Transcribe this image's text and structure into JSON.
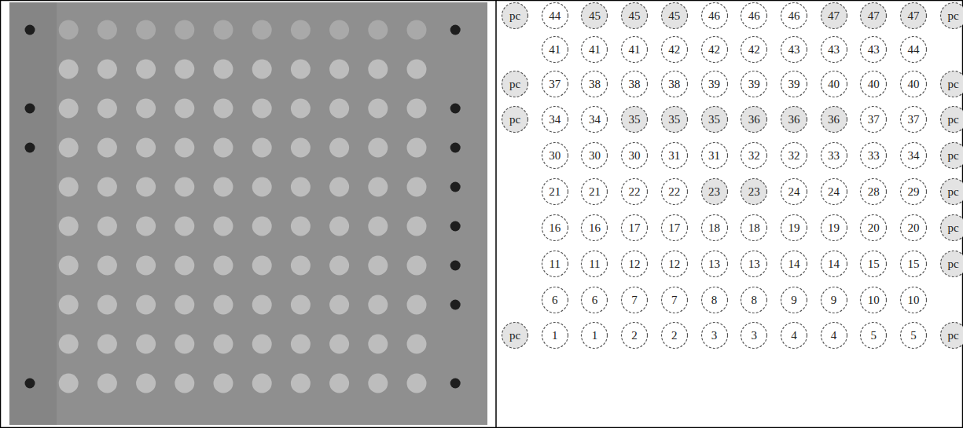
{
  "diagram": {
    "nodes": [
      {
        "text": [
          "pc"
        ]
      },
      {
        "text": [
          "44"
        ]
      },
      {
        "text": [
          "45"
        ]
      },
      {
        "text": [
          "45"
        ]
      },
      {
        "text": [
          "45"
        ]
      },
      {
        "text": [
          "46"
        ]
      },
      {
        "text": [
          "46"
        ]
      },
      {
        "text": [
          "46"
        ]
      },
      {
        "text": [
          "47"
        ]
      },
      {
        "text": [
          "47"
        ]
      },
      {
        "text": [
          "47"
        ]
      },
      {
        "text": [
          "pc"
        ]
      },
      {
        "text": [
          "41"
        ]
      },
      {
        "text": [
          "41"
        ]
      },
      {
        "text": [
          "41"
        ]
      },
      {
        "text": [
          "42"
        ]
      },
      {
        "text": [
          "42"
        ]
      },
      {
        "text": [
          "42"
        ]
      },
      {
        "text": [
          "43"
        ]
      },
      {
        "text": [
          "43"
        ]
      },
      {
        "text": [
          "43"
        ]
      },
      {
        "text": [
          "44"
        ]
      },
      {
        "text": [
          "pc"
        ]
      },
      {
        "text": [
          "37"
        ]
      },
      {
        "text": [
          "38"
        ]
      },
      {
        "text": [
          "38"
        ]
      },
      {
        "text": [
          "38"
        ]
      },
      {
        "text": [
          "39"
        ]
      },
      {
        "text": [
          "39"
        ]
      },
      {
        "text": [
          "39"
        ]
      },
      {
        "text": [
          "40"
        ]
      },
      {
        "text": [
          "40"
        ]
      },
      {
        "text": [
          "40"
        ]
      },
      {
        "text": [
          "pc"
        ]
      },
      {
        "text": [
          "pc"
        ]
      },
      {
        "text": [
          "34"
        ]
      },
      {
        "text": [
          "34"
        ]
      },
      {
        "text": [
          "35"
        ]
      },
      {
        "text": [
          "35"
        ]
      },
      {
        "text": [
          "35"
        ]
      },
      {
        "text": [
          "36"
        ]
      },
      {
        "text": [
          "36"
        ]
      },
      {
        "text": [
          "36"
        ]
      },
      {
        "text": [
          "37"
        ]
      },
      {
        "text": [
          "37"
        ]
      },
      {
        "text": [
          "pc"
        ]
      },
      {
        "text": [
          "30"
        ]
      },
      {
        "text": [
          "30"
        ]
      },
      {
        "text": [
          "30"
        ]
      },
      {
        "text": [
          "31"
        ]
      },
      {
        "text": [
          "31"
        ]
      },
      {
        "text": [
          "32"
        ]
      },
      {
        "text": [
          "32"
        ]
      },
      {
        "text": [
          "33"
        ]
      },
      {
        "text": [
          "33"
        ]
      },
      {
        "text": [
          "34"
        ]
      },
      {
        "text": [
          "pc"
        ]
      },
      {
        "text": [
          "21"
        ]
      },
      {
        "text": [
          "21"
        ]
      },
      {
        "text": [
          "22"
        ]
      },
      {
        "text": [
          "22"
        ]
      },
      {
        "text": [
          "23"
        ]
      },
      {
        "text": [
          "23"
        ]
      },
      {
        "text": [
          "24"
        ]
      },
      {
        "text": [
          "24"
        ]
      },
      {
        "text": [
          "28"
        ]
      },
      {
        "text": [
          "29"
        ]
      },
      {
        "text": [
          "pc"
        ]
      },
      {
        "text": [
          "16"
        ]
      },
      {
        "text": [
          "16"
        ]
      },
      {
        "text": [
          "17"
        ]
      },
      {
        "text": [
          "17"
        ]
      },
      {
        "text": [
          "18"
        ]
      },
      {
        "text": [
          "18"
        ]
      },
      {
        "text": [
          "19"
        ]
      },
      {
        "text": [
          "19"
        ]
      },
      {
        "text": [
          "20"
        ]
      },
      {
        "text": [
          "20"
        ]
      },
      {
        "text": [
          "pc"
        ]
      },
      {
        "text": [
          "11"
        ]
      },
      {
        "text": [
          "11"
        ]
      },
      {
        "text": [
          "12"
        ]
      },
      {
        "text": [
          "12"
        ]
      },
      {
        "text": [
          "13"
        ]
      },
      {
        "text": [
          "13"
        ]
      },
      {
        "text": [
          "14"
        ]
      },
      {
        "text": [
          "14"
        ]
      },
      {
        "text": [
          "15"
        ]
      },
      {
        "text": [
          "15"
        ]
      },
      {
        "text": [
          "pc"
        ]
      },
      {
        "text": [
          "6"
        ]
      },
      {
        "text": [
          "6"
        ]
      },
      {
        "text": [
          "7"
        ]
      },
      {
        "text": [
          "7"
        ]
      },
      {
        "text": [
          "8"
        ]
      },
      {
        "text": [
          "8"
        ]
      },
      {
        "text": [
          "9"
        ]
      },
      {
        "text": [
          "9"
        ]
      },
      {
        "text": [
          "10"
        ]
      },
      {
        "text": [
          "10"
        ]
      },
      {
        "text": [
          "pc"
        ]
      },
      {
        "text": [
          "1"
        ]
      },
      {
        "text": [
          "1"
        ]
      },
      {
        "text": [
          "2"
        ]
      },
      {
        "text": [
          "2"
        ]
      },
      {
        "text": [
          "3"
        ]
      },
      {
        "text": [
          "3"
        ]
      },
      {
        "text": [
          "4"
        ]
      },
      {
        "text": [
          "4"
        ]
      },
      {
        "text": [
          "5"
        ]
      },
      {
        "text": [
          "5"
        ]
      },
      {
        "text": [
          "pc"
        ]
      }
    ]
  }
}
